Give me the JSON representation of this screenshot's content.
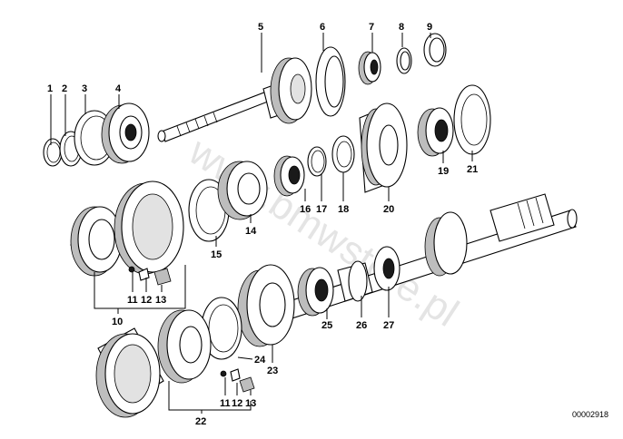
{
  "diagram": {
    "part_numbers": [
      "1",
      "2",
      "3",
      "4",
      "5",
      "6",
      "7",
      "8",
      "9",
      "10",
      "11",
      "12",
      "13",
      "14",
      "15",
      "16",
      "17",
      "18",
      "19",
      "20",
      "21",
      "22",
      "23",
      "24",
      "25",
      "26",
      "27"
    ],
    "repeat_labels": [
      "11",
      "12",
      "13"
    ],
    "diagram_number": "00002918",
    "watermark": "www.bmwstore.pl"
  }
}
